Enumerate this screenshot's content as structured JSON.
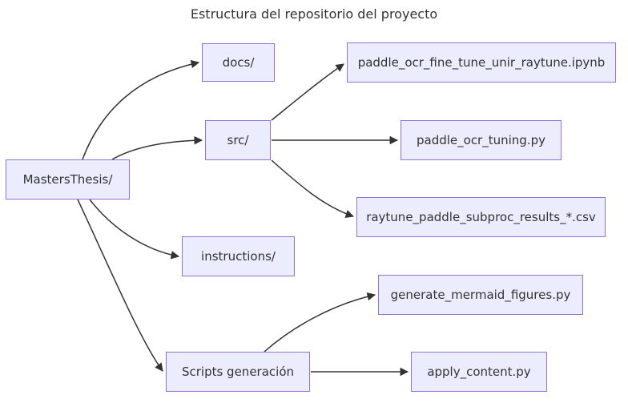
{
  "title": "Estructura del repositorio del proyecto",
  "colors": {
    "background": "#FFFFFF",
    "node_fill": "#ECECFF",
    "node_border": "#9370DB",
    "edge": "#333333",
    "text": "#333333"
  },
  "diagram": {
    "type": "flowchart-left-to-right",
    "nodes": {
      "masters": {
        "label": "MastersThesis/"
      },
      "docs": {
        "label": "docs/"
      },
      "src": {
        "label": "src/"
      },
      "ipynb": {
        "label": "paddle_ocr_fine_tune_unir_raytune.ipynb"
      },
      "tuning": {
        "label": "paddle_ocr_tuning.py"
      },
      "csv": {
        "label": "raytune_paddle_subproc_results_*.csv"
      },
      "instructions": {
        "label": "instructions/"
      },
      "generate": {
        "label": "generate_mermaid_figures.py"
      },
      "scripts": {
        "label": "Scripts generación"
      },
      "apply": {
        "label": "apply_content.py"
      }
    },
    "edges": [
      {
        "from": "MastersThesis/",
        "to": "docs/"
      },
      {
        "from": "MastersThesis/",
        "to": "src/"
      },
      {
        "from": "MastersThesis/",
        "to": "instructions/"
      },
      {
        "from": "MastersThesis/",
        "to": "Scripts generación"
      },
      {
        "from": "src/",
        "to": "paddle_ocr_fine_tune_unir_raytune.ipynb"
      },
      {
        "from": "src/",
        "to": "paddle_ocr_tuning.py"
      },
      {
        "from": "src/",
        "to": "raytune_paddle_subproc_results_*.csv"
      },
      {
        "from": "Scripts generación",
        "to": "generate_mermaid_figures.py"
      },
      {
        "from": "Scripts generación",
        "to": "apply_content.py"
      }
    ]
  }
}
